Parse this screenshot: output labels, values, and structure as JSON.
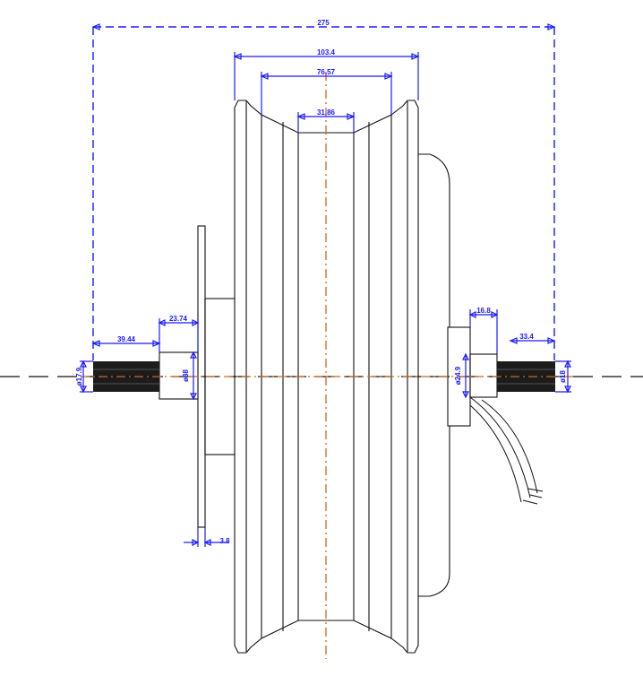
{
  "dimensions": {
    "overall_width": "275",
    "tire_width": "103.4",
    "rim_width": "76.57",
    "rim_base_width": "31.86",
    "left_shaft_length": "39.44",
    "left_shaft_diameter": "ø17.9",
    "left_hub_length": "23.74",
    "left_hub_diameter": "ø38",
    "disc_thickness": "3.8",
    "right_hub_length": "16.8",
    "right_hub_diameter": "ø24.9",
    "right_shaft_length": "33.4",
    "right_shaft_diameter": "ø18"
  },
  "colors": {
    "dimension": "#1a1aff",
    "outline": "#111111",
    "axis_centerline": "#d2691e"
  }
}
